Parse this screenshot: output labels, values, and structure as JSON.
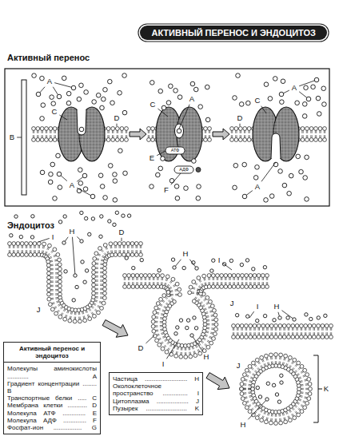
{
  "diagram": {
    "title": "АКТИВНЫЙ ПЕРЕНОС И ЭНДОЦИТОЗ",
    "nodes": [
      {
        "text": [
          "Активный перенос и эндоцитоз",
          "Молекулы аминокислоты ............ A",
          "Градиент концентрации ........ B",
          "Транспортные белки ..... C",
          "Мембрана клетки ........... D",
          "Молекула АТФ ............. E",
          "Молекула АДФ ............. F",
          "Фосфат-ион ................ G"
        ]
      },
      {
        "text": [
          "Частица ........................ H",
          "Околоклеточное пространство .............. I",
          "Цитоплазма .................. J",
          "Пузырек ....................... K"
        ]
      }
    ],
    "labels": [
      "Активный перенос",
      "A",
      "B",
      "C",
      "D",
      "A",
      "C",
      "A",
      "АТФ",
      "E",
      "АДФ",
      "F",
      "C",
      "A",
      "D",
      "A",
      "Эндоцитоз",
      "I",
      "H",
      "D",
      "J",
      "H",
      "I",
      "J",
      "D",
      "I",
      "H",
      "I",
      "H",
      "J",
      "K",
      "H"
    ]
  }
}
